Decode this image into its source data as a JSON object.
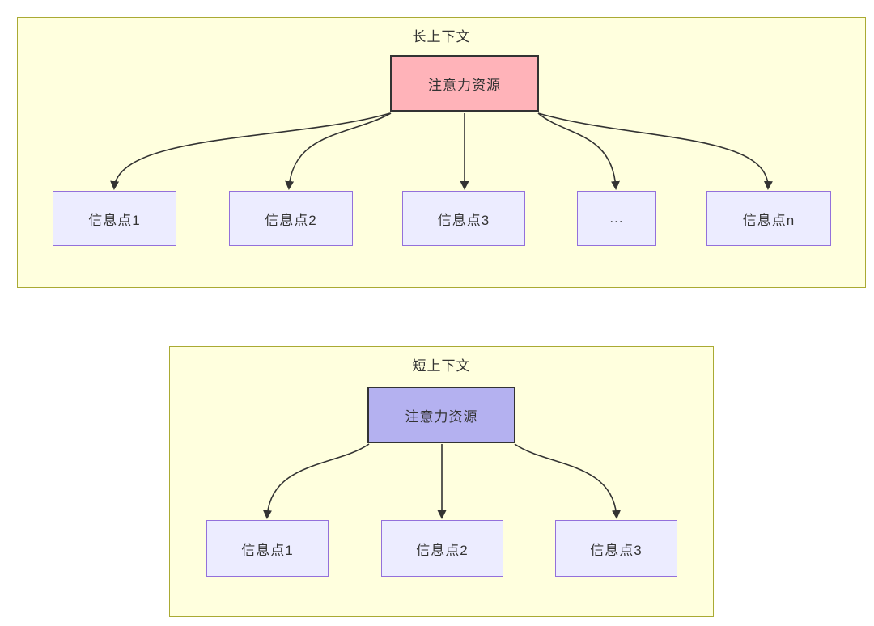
{
  "diagram": {
    "long_context": {
      "title": "长上下文",
      "root": {
        "label": "注意力资源"
      },
      "children": [
        {
          "label": "信息点1"
        },
        {
          "label": "信息点2"
        },
        {
          "label": "信息点3"
        },
        {
          "label": "..."
        },
        {
          "label": "信息点n"
        }
      ]
    },
    "short_context": {
      "title": "短上下文",
      "root": {
        "label": "注意力资源"
      },
      "children": [
        {
          "label": "信息点1"
        },
        {
          "label": "信息点2"
        },
        {
          "label": "信息点3"
        }
      ]
    },
    "colors": {
      "container_fill": "#ffffde",
      "container_border": "#aaaa33",
      "info_node_fill": "#ececff",
      "info_node_border": "#9370db",
      "long_root_fill": "#ffb3b9",
      "short_root_fill": "#b4b1f0",
      "root_node_border": "#333333",
      "arrow": "#333333",
      "text": "#333333"
    }
  }
}
